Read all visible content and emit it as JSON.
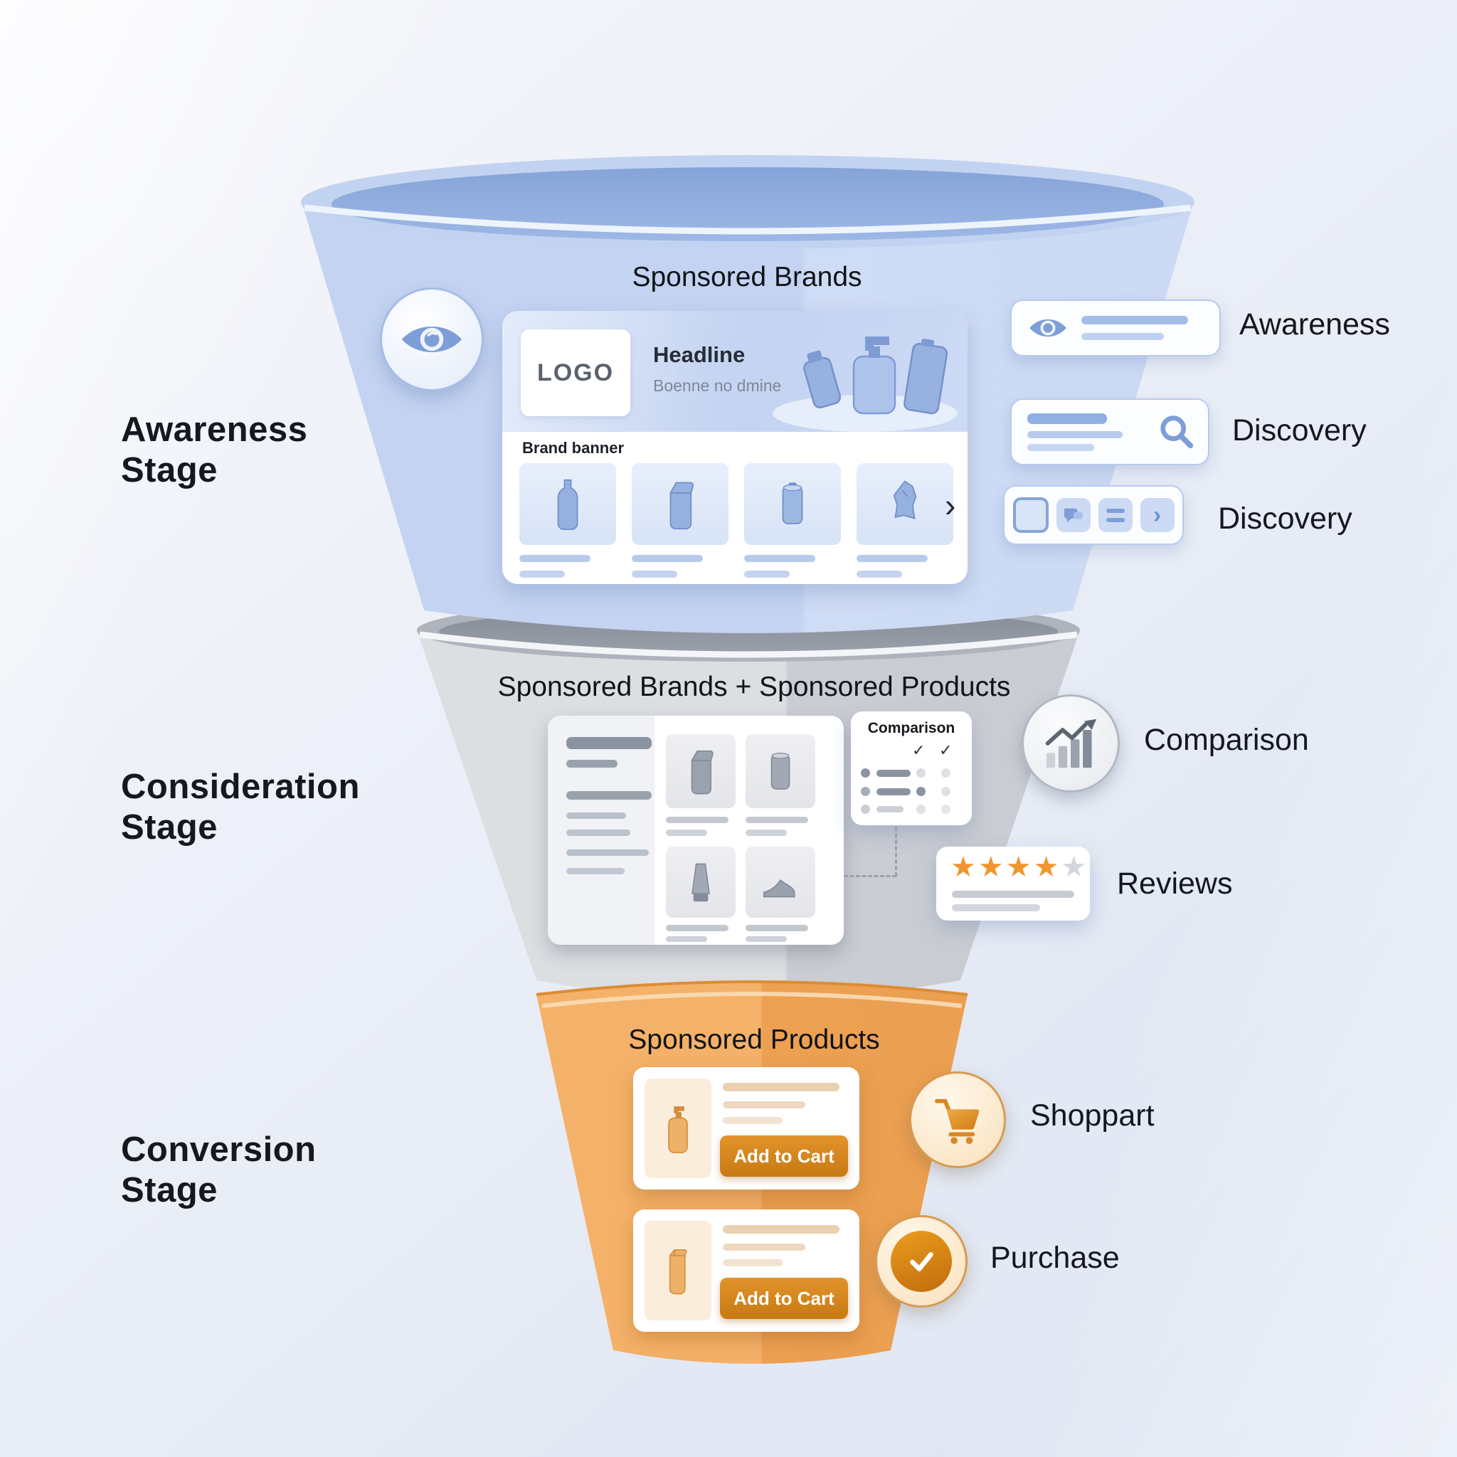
{
  "stages": [
    {
      "id": "awareness",
      "side_label": "Awareness\nStage",
      "funnel_title": "Sponsored Brands",
      "funnel_color": "#c6d6f2",
      "ad_card": {
        "logo_text": "LOGO",
        "headline": "Headline",
        "subtext": "Boenne no dmine",
        "banner_label": "Brand banner",
        "carousel_chevron": "›",
        "product_count": 4
      },
      "callouts": [
        {
          "icon": "eye-icon",
          "label": "Awareness"
        },
        {
          "icon": "search-icon",
          "label": "Discovery"
        },
        {
          "icon": "browse-toolbar-icons",
          "label": "Discovery"
        }
      ]
    },
    {
      "id": "consideration",
      "side_label": "Consideration\nStage",
      "funnel_title": "Sponsored Brands + Sponsored Products",
      "funnel_color": "#d5d8dd",
      "comparison_card": {
        "title": "Comparison",
        "check": "✓"
      },
      "reviews_card": {
        "stars_filled": "★★★★",
        "star_empty": "★",
        "rating_filled": 4,
        "rating_total": 5
      },
      "callouts": [
        {
          "icon": "bar-chart-icon",
          "label": "Comparison"
        },
        {
          "icon": "star-rating-card",
          "label": "Reviews"
        }
      ]
    },
    {
      "id": "conversion",
      "side_label": "Conversion\nStage",
      "funnel_title": "Sponsored Products",
      "funnel_color": "#f1ab61",
      "product_cards": [
        {
          "button_label": "Add to Cart"
        },
        {
          "button_label": "Add to Cart"
        }
      ],
      "callouts": [
        {
          "icon": "cart-icon",
          "label": "Shoppart"
        },
        {
          "icon": "check-icon",
          "label": "Purchase"
        }
      ]
    }
  ],
  "colors": {
    "funnel_blue_body": "#c7d6f3",
    "funnel_blue_rim": "#8aa7db",
    "funnel_gray_body": "#d6d9de",
    "funnel_gray_rim": "#8e949e",
    "funnel_orange_body": "#f2ae63",
    "accent_orange_button": "#d9861f",
    "star_filled": "#f0962e",
    "star_empty": "#d2d6dc",
    "icon_blue": "#7d9ed7",
    "text_dark": "#14171d"
  }
}
